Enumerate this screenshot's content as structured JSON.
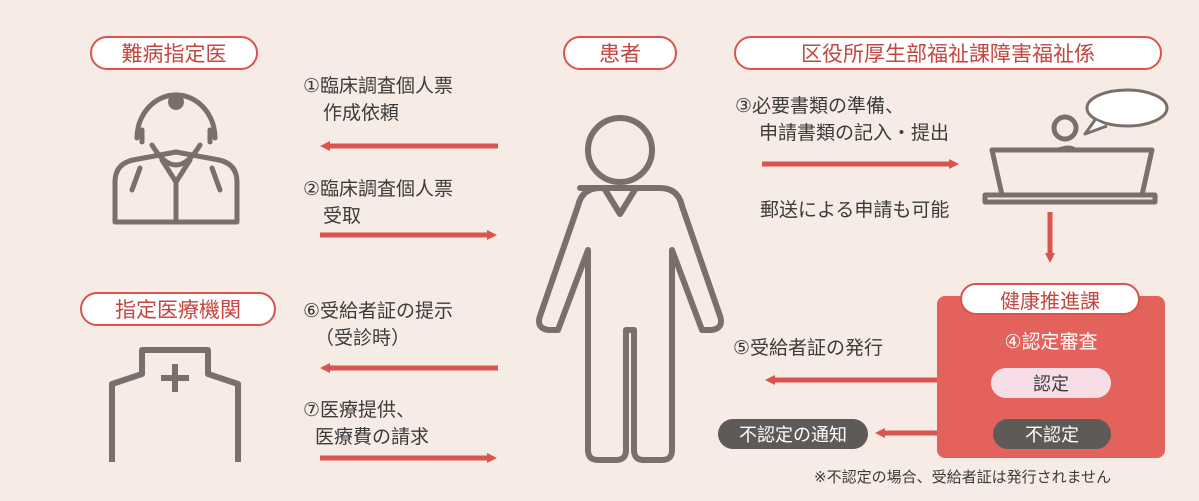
{
  "labels": {
    "designated_doctor": "難病指定医",
    "patient": "患者",
    "ward_office": "区役所厚生部福祉課障害福祉係",
    "designated_institution": "指定医療機関",
    "health_promotion": "健康推進課"
  },
  "steps": {
    "step1": [
      "①臨床調査個人票",
      "作成依頼"
    ],
    "step2": [
      "②臨床調査個人票",
      "受取"
    ],
    "step3": [
      "③必要書類の準備、",
      "申請書類の記入・提出"
    ],
    "mail": "郵送による申請も可能",
    "step4": "④認定審査",
    "step5": "⑤受給者証の発行",
    "step6": [
      "⑥受給者証の提示",
      "（受診時）"
    ],
    "step7": [
      "⑦医療提供、",
      "医療費の請求"
    ]
  },
  "results": {
    "approved": "認定",
    "rejected": "不認定",
    "rejection_notice": "不認定の通知"
  },
  "footnote": "※不認定の場合、受給者証は発行されません",
  "colors": {
    "accent": "#d9544d",
    "icon": "#7a6f6b",
    "background": "#f7ebe6"
  }
}
